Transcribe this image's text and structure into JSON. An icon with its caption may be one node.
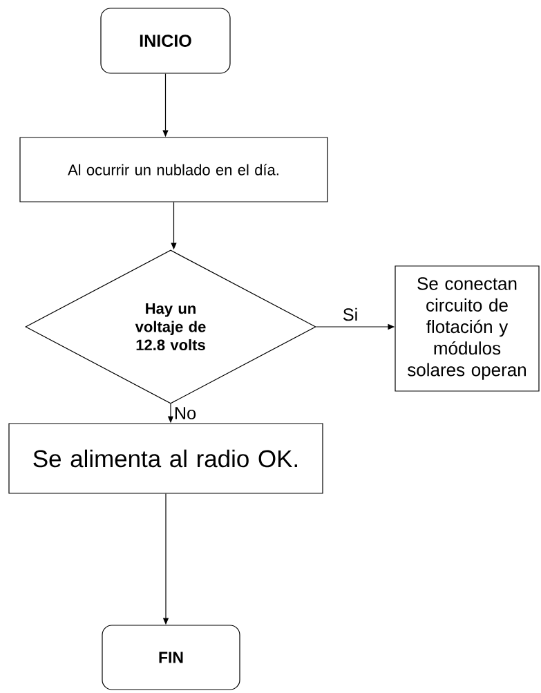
{
  "diagram": {
    "nodes": [
      {
        "text": [
          "INICIO"
        ]
      },
      {
        "text": [
          "Al ocurrir un nublado en el día."
        ]
      },
      {
        "text": [
          "Hay un voltaje de 12.8 volts"
        ]
      },
      {
        "text": [
          "Se conectan circuito de flotación y módulos solares operan"
        ]
      },
      {
        "text": [
          "Se alimenta al radio OK."
        ]
      },
      {
        "text": [
          "FIN"
        ]
      }
    ],
    "edges": [
      {
        "from": 0,
        "to": 1,
        "arrow": "to"
      },
      {
        "from": 1,
        "to": 2,
        "arrow": "to"
      },
      {
        "from": 2,
        "to": 3,
        "arrow": "to",
        "label": "Si"
      },
      {
        "from": 2,
        "to": 4,
        "arrow": "to",
        "label": "No"
      },
      {
        "from": 4,
        "to": 5,
        "arrow": "to"
      }
    ]
  }
}
